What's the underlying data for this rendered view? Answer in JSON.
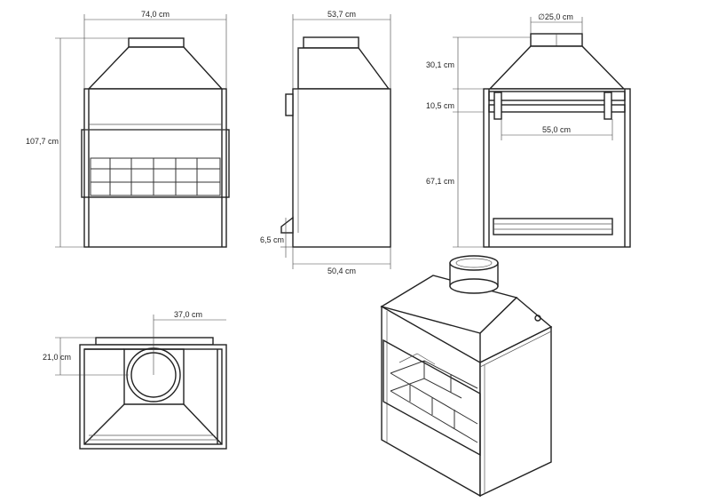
{
  "dimensions": {
    "front_width": "74,0 cm",
    "front_height": "107,7 cm",
    "side_depth_top": "53,7 cm",
    "side_depth_bottom": "50,4 cm",
    "side_base": "6,5 cm",
    "flue_diameter": "∅25,0 cm",
    "hood_height": "30,1 cm",
    "band_height": "10,5 cm",
    "inner_width": "55,0 cm",
    "opening_height": "67,1 cm",
    "top_offset": "37,0 cm",
    "top_depth": "21,0 cm"
  }
}
